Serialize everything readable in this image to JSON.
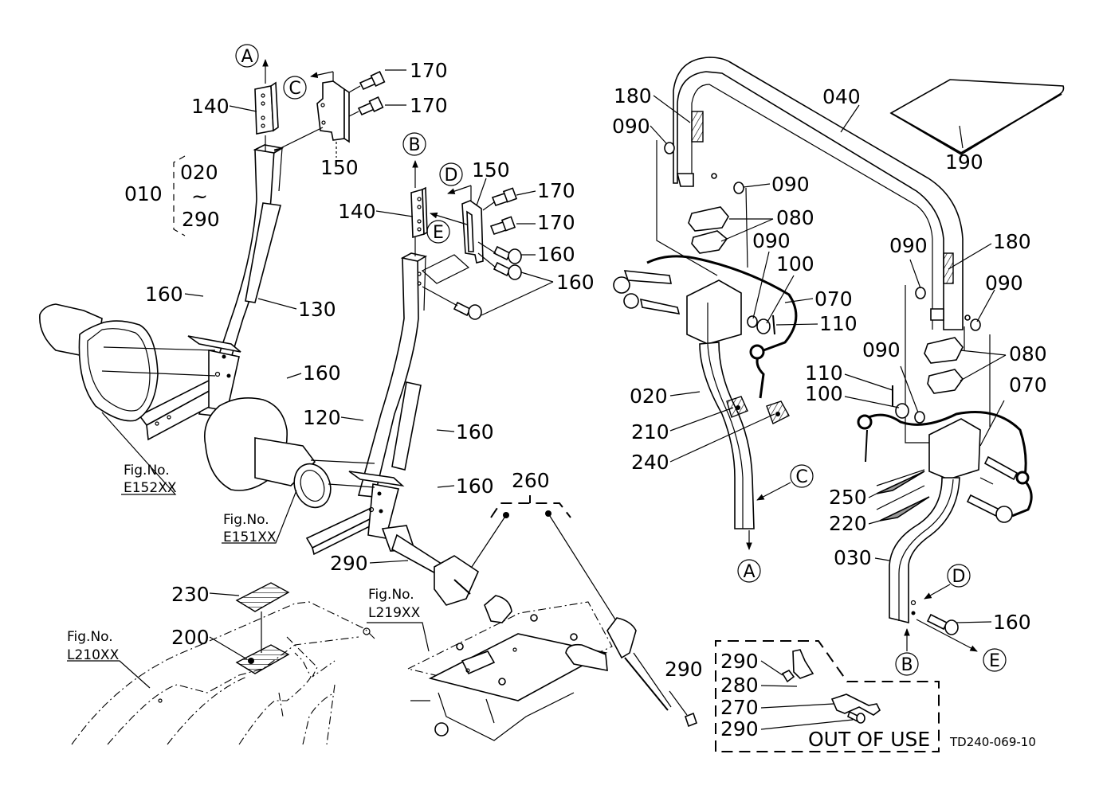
{
  "drawing": {
    "title": "ROPS frame parts exploded view",
    "drawing_code": "TD240-069-10",
    "out_of_use_label": "OUT OF USE",
    "assembly": {
      "number": "010",
      "range_from": "020",
      "range_sep": "~",
      "range_to": "290"
    },
    "figure_refs": [
      {
        "prefix": "Fig.No.",
        "code": "E152XX"
      },
      {
        "prefix": "Fig.No.",
        "code": "E151XX"
      },
      {
        "prefix": "Fig.No.",
        "code": "L219XX"
      },
      {
        "prefix": "Fig.No.",
        "code": "L210XX"
      }
    ],
    "connectors": [
      "A",
      "B",
      "C",
      "D",
      "E"
    ],
    "part_labels": {
      "p020": "020",
      "p030": "030",
      "p040": "040",
      "p070a": "070",
      "p070b": "070",
      "p080a": "080",
      "p080b": "080",
      "p090a": "090",
      "p090b": "090",
      "p090c": "090",
      "p090d": "090",
      "p090e": "090",
      "p090f": "090",
      "p100a": "100",
      "p100b": "100",
      "p110a": "110",
      "p110b": "110",
      "p120": "120",
      "p130": "130",
      "p140a": "140",
      "p140b": "140",
      "p150a": "150",
      "p150b": "150",
      "p160a": "160",
      "p160b": "160",
      "p160c": "160",
      "p160d": "160",
      "p160e": "160",
      "p160f": "160",
      "p160g": "160",
      "p170a": "170",
      "p170b": "170",
      "p170c": "170",
      "p170d": "170",
      "p180a": "180",
      "p180b": "180",
      "p190": "190",
      "p200": "200",
      "p210": "210",
      "p220": "220",
      "p230": "230",
      "p240": "240",
      "p250": "250",
      "p260": "260",
      "p270": "270",
      "p280": "280",
      "p290a": "290",
      "p290b": "290",
      "p290c": "290",
      "p290d": "290"
    }
  }
}
